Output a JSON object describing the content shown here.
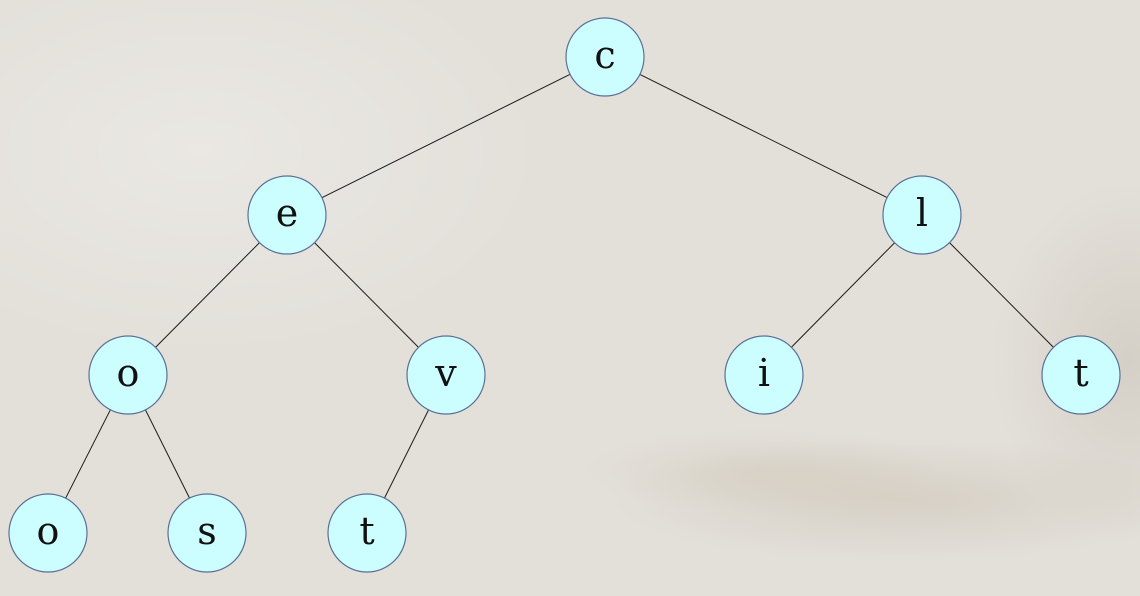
{
  "tree": {
    "nodes": [
      {
        "id": "n1",
        "label": "c"
      },
      {
        "id": "n2",
        "label": "e"
      },
      {
        "id": "n3",
        "label": "l"
      },
      {
        "id": "n4",
        "label": "o"
      },
      {
        "id": "n5",
        "label": "v"
      },
      {
        "id": "n6",
        "label": "i"
      },
      {
        "id": "n7",
        "label": "t"
      },
      {
        "id": "n8",
        "label": "o"
      },
      {
        "id": "n9",
        "label": "s"
      },
      {
        "id": "n10",
        "label": "t"
      }
    ],
    "edges": [
      {
        "from": "n1",
        "to": "n2"
      },
      {
        "from": "n1",
        "to": "n3"
      },
      {
        "from": "n2",
        "to": "n4"
      },
      {
        "from": "n2",
        "to": "n5"
      },
      {
        "from": "n3",
        "to": "n6"
      },
      {
        "from": "n3",
        "to": "n7"
      },
      {
        "from": "n4",
        "to": "n8"
      },
      {
        "from": "n4",
        "to": "n9"
      },
      {
        "from": "n5",
        "to": "n10"
      }
    ]
  },
  "colors": {
    "node_fill": "#ccfdff",
    "node_stroke": "#5b6f99",
    "edge": "#1a1a1a"
  }
}
